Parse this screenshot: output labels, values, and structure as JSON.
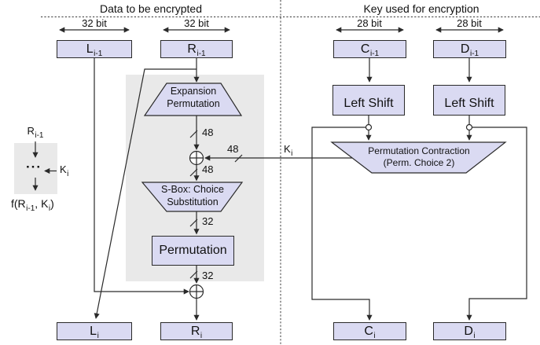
{
  "headers": {
    "left": "Data to be encrypted",
    "right": "Key used for encryption"
  },
  "bit_widths": {
    "l_prev": "32 bit",
    "r_prev": "32 bit",
    "c_prev": "28 bit",
    "d_prev": "28 bit"
  },
  "registers": {
    "l_prev": {
      "main": "L",
      "sub": "i-1"
    },
    "r_prev": {
      "main": "R",
      "sub": "i-1"
    },
    "c_prev": {
      "main": "C",
      "sub": "i-1"
    },
    "d_prev": {
      "main": "D",
      "sub": "i-1"
    },
    "l_next": {
      "main": "L",
      "sub": "i"
    },
    "r_next": {
      "main": "R",
      "sub": "i"
    },
    "c_next": {
      "main": "C",
      "sub": "i"
    },
    "d_next": {
      "main": "D",
      "sub": "i"
    }
  },
  "blocks": {
    "expansion": {
      "line1": "Expansion",
      "line2": "Permutation"
    },
    "sbox": {
      "line1": "S-Box: Choice",
      "line2": "Substitution"
    },
    "permutation": {
      "label": "Permutation"
    },
    "left_shift_c": {
      "label": "Left Shift"
    },
    "left_shift_d": {
      "label": "Left Shift"
    },
    "perm_contraction": {
      "line1": "Permutation Contraction",
      "line2": "(Perm. Choice 2)"
    }
  },
  "wire_labels": {
    "out_expansion": "48",
    "key_in": "48",
    "into_sbox": "48",
    "out_sbox": "32",
    "out_permutation": "32",
    "key": {
      "main": "K",
      "sub": "i"
    }
  },
  "legend": {
    "input": {
      "main": "R",
      "sub": "i-1"
    },
    "dots": "···",
    "key": {
      "main": "K",
      "sub": "i"
    },
    "output": {
      "p1": "f(R",
      "s1": "i-1",
      "p2": ", K",
      "s2": "i",
      "p3": ")"
    }
  },
  "colors": {
    "box_fill": "#dadaf2",
    "panel_fill": "#e9e9e9",
    "line": "#2a2a2a",
    "dashed": "#3a3a3a"
  }
}
